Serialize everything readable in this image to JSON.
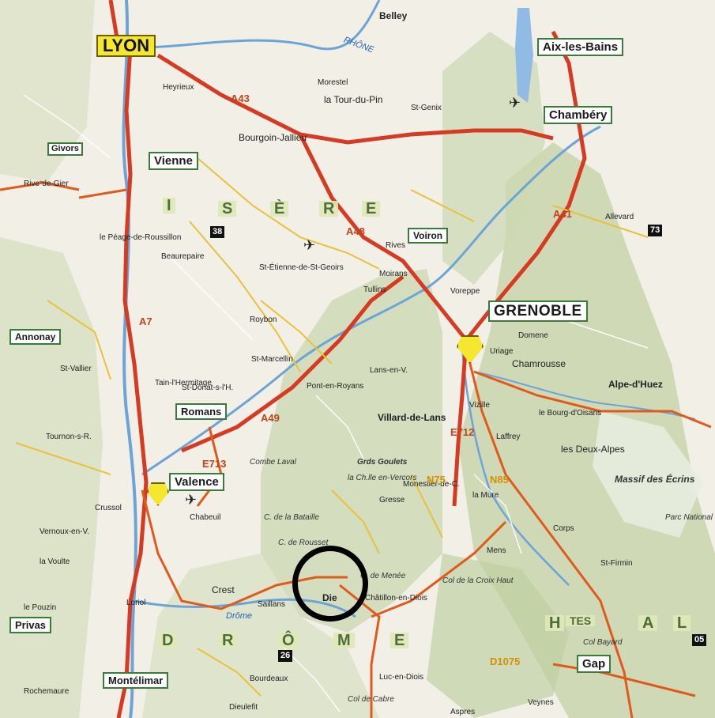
{
  "map": {
    "cities_major": {
      "lyon": "LYON",
      "grenoble": "GRENOBLE",
      "valence": "Valence",
      "vienne": "Vienne",
      "chambery": "Chambéry",
      "aix": "Aix-les-Bains",
      "romans": "Romans",
      "gap": "Gap",
      "montelimar": "Montélimar",
      "privas": "Privas",
      "annonay": "Annonay",
      "voiron": "Voiron",
      "villard": "Villard-de-Lans",
      "belley": "Belley"
    },
    "towns": {
      "bourgoin": "Bourgoin-Jallieu",
      "la_tour_du_pin": "la Tour-du-Pin",
      "givors": "Givors",
      "rive_de_gier": "Rive-de-Gier",
      "tournon": "Tournon-s-R.",
      "tain": "Tain-l'Hermitage",
      "crest": "Crest",
      "die": "Die",
      "loriol": "Loriol",
      "saillans": "Saillans",
      "st_marcellin": "St-Marcellin",
      "tullins": "Tullins",
      "moirans": "Moirans",
      "voreppe": "Voreppe",
      "vizille": "Vizille",
      "domene": "Domene",
      "uriage": "Uriage",
      "chamrousse": "Chamrousse",
      "alpe_dhuez": "Alpe-d'Huez",
      "les_deux_alpes": "les Deux-Alpes",
      "la_mure": "la Mure",
      "corps": "Corps",
      "luc_en_diois": "Luc-en-Diois",
      "bourdeaux": "Bourdeaux",
      "dieulefit": "Dieulefit",
      "veynes": "Veynes",
      "allevard": "Allevard",
      "pont_en_royans": "Pont-en-Royans",
      "le_peage": "le Péage-de-Roussillon",
      "beaurepaire": "Beaurepaire",
      "roybon": "Roybon",
      "crussol": "Crussol",
      "la_voulte": "la Voulte",
      "chabeuil": "Chabeuil",
      "le_bourg_doisans": "le Bourg-d'Oisans",
      "st_firmin": "St-Firmin",
      "mens": "Mens",
      "chatillon": "Châtillon-en-Diois",
      "st_etienne_de_st_geoirs": "St-Étienne-de-St-Geoirs",
      "heyrieux": "Heyrieux",
      "morestel": "Morestel",
      "st_genix": "St-Genix",
      "rives": "Rives",
      "gresse": "Gresse",
      "lans": "Lans-en-V.",
      "monestier": "Monestier-de-C.",
      "laffrey": "Laffrey",
      "st_vallier": "St-Vallier",
      "st_donat": "St-Donat-s-l'H.",
      "vernoux": "Vernoux-en-V.",
      "le_pouzin": "le Pouzin",
      "pierrelatte": "Rochemaure",
      "aspres": "Aspres"
    },
    "departments": {
      "isere": [
        "I",
        "S",
        "È",
        "R",
        "E"
      ],
      "drome": [
        "D",
        "R",
        "Ô",
        "M",
        "E"
      ],
      "hautes_alpes": [
        "H",
        "TES",
        "A",
        "L"
      ],
      "num_isere": "38",
      "num_drome": "26",
      "num_savoie": "73",
      "num_ha": "05"
    },
    "routes": [
      "A43",
      "A48",
      "A49",
      "A41",
      "A7",
      "N75",
      "N85",
      "D1075",
      "E712",
      "E713"
    ],
    "places_italic": {
      "combe_laval": "Combe Laval",
      "col_bataille": "C. de la Bataille",
      "col_rousset": "C. de Rousset",
      "col_menee": "C. de Menée",
      "col_croix_haut": "Col de la Croix Haut",
      "col_cabre": "Col de Cabre",
      "col_bayard": "Col Bayard",
      "massif_ecrins": "Massif des Écrins",
      "vercors": "Grds Goulets",
      "la_chapelle": "la Ch.lle en-Vercors",
      "rhone": "RHÔNE",
      "drome_river": "Drôme",
      "parc_national": "Parc National"
    },
    "highlight": {
      "label": "Die",
      "color": "#000000"
    },
    "colors": {
      "motorway": "#d63a22",
      "main_road": "#e05a1c",
      "secondary_road": "#e9c23c",
      "water": "#6da4d8",
      "relief": "#bcd0a2",
      "background": "#f1efe6"
    }
  }
}
